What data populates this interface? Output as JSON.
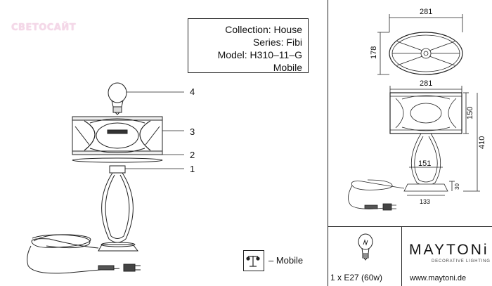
{
  "watermark": "СВЕТОСАЙТ",
  "info": {
    "collection": "Collection: House",
    "series": "Series: Fibi",
    "model": "Model: H310–11–G",
    "type": "Mobile"
  },
  "part_labels": [
    "4",
    "3",
    "2",
    "1"
  ],
  "dimensions": {
    "top_width": "281",
    "top_depth": "178",
    "front_width": "281",
    "shade_height": "150",
    "total_height": "410",
    "frame_width": "151",
    "base_height": "30",
    "base_width": "133"
  },
  "legend": {
    "mobile": "– Mobile"
  },
  "bulb": {
    "spec": "1 x E27 (60w)"
  },
  "brand": {
    "name": "MAYTONi",
    "tagline": "DECORATIVE LIGHTING",
    "website": "www.maytoni.de"
  }
}
